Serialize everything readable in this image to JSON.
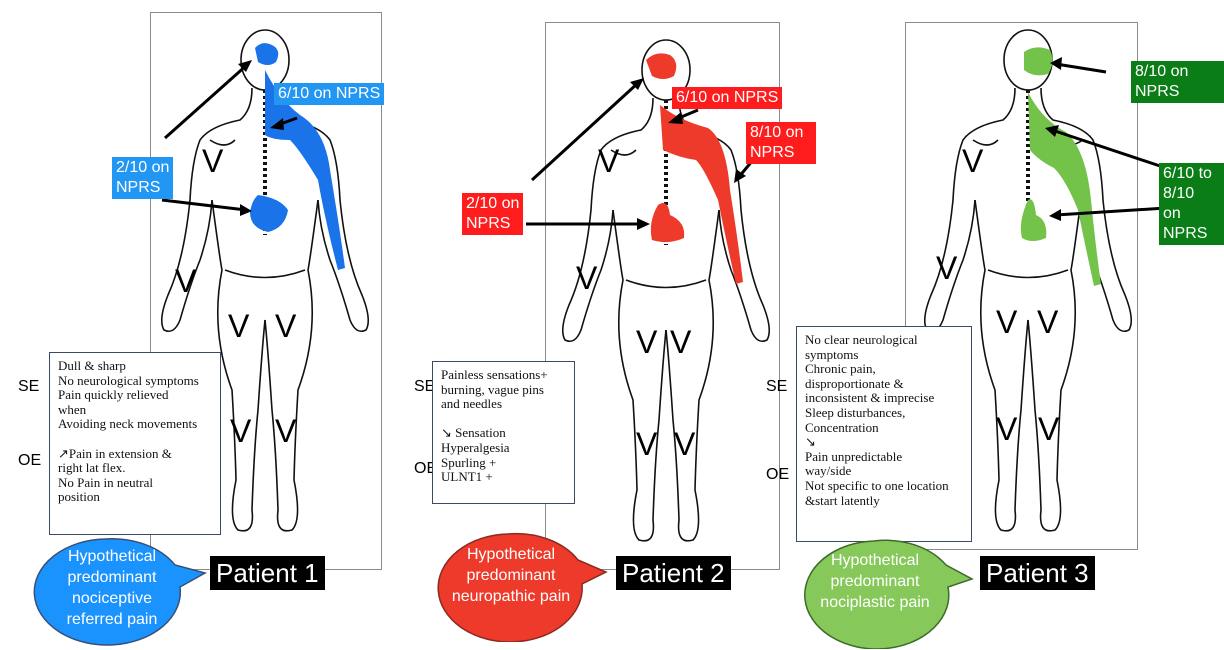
{
  "colors": {
    "p1": "#1a73e8",
    "p1_label": "#2196f3",
    "p2": "#ee3a2a",
    "p2_label": "#ff1c1c",
    "p3": "#73c24a",
    "p3_label": "#0b7d16"
  },
  "row_labels": {
    "se": "SE",
    "oe": "OE"
  },
  "v_mark": "V",
  "patients": [
    {
      "name": "Patient 1",
      "labels": [
        "6/10 on NPRS",
        "2/10 on\nNPRS"
      ],
      "notes": [
        "Dull & sharp",
        "No neurological symptoms",
        "Pain quickly relieved",
        "when",
        "Avoiding neck movements",
        "",
        "↗Pain in extension &",
        "right lat flex.",
        "  No Pain in neutral",
        "position"
      ],
      "bubble": [
        "Hypothetical",
        "predominant",
        "nociceptive",
        "referred pain"
      ]
    },
    {
      "name": "Patient 2",
      "labels": [
        "6/10 on NPRS",
        "8/10 on NPRS",
        "2/10 on\nNPRS"
      ],
      "notes": [
        "Painless sensations+",
        "burning, vague pins",
        "and needles",
        "",
        "↘  Sensation",
        "     Hyperalgesia",
        "     Spurling +",
        "     ULNT1 +"
      ],
      "bubble": [
        "Hypothetical",
        "predominant",
        "neuropathic pain"
      ]
    },
    {
      "name": "Patient 3",
      "labels": [
        "8/10 on NPRS",
        "6/10 to 8/10\non NPRS"
      ],
      "notes": [
        "No clear neurological",
        "symptoms",
        "Chronic pain,",
        "disproportionate &",
        "inconsistent & imprecise",
        "Sleep disturbances,",
        "      Concentration",
        "  ↘",
        "Pain unpredictable",
        "way/side",
        "Not specific to one location",
        "&start latently"
      ],
      "bubble": [
        "Hypothetical",
        "predominant",
        "nociplastic pain"
      ]
    }
  ]
}
